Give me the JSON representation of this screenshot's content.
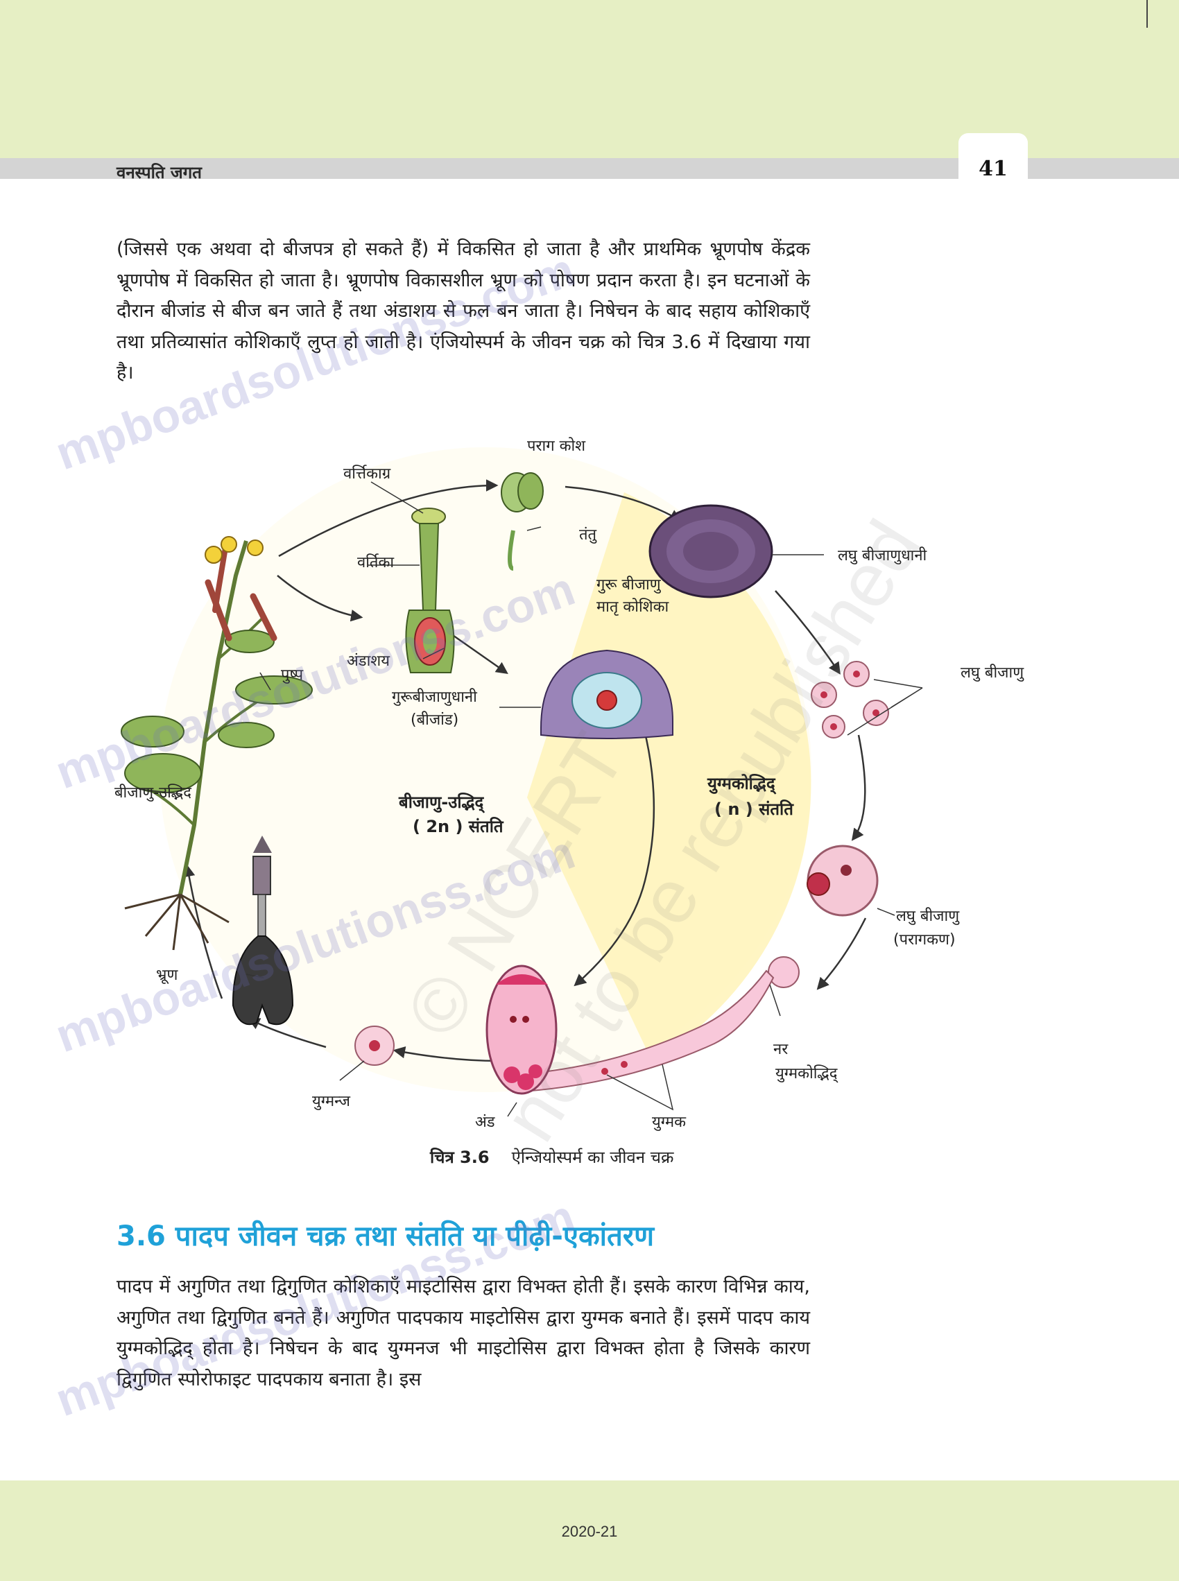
{
  "header": {
    "running_head": "वनस्पति जगत",
    "page_number": "41"
  },
  "paragraph1": "(जिससे एक अथवा दो बीजपत्र हो सकते हैं) में विकसित हो जाता है और प्राथमिक भ्रूणपोष केंद्रक भ्रूणपोष में विकसित हो जाता है। भ्रूणपोष विकासशील भ्रूण को पोषण प्रदान करता है। इन घटनाओं के दौरान बीजांड से बीज बन जाते हैं तथा अंडाशय से फल बन जाता है। निषेचन के बाद सहाय कोशिकाएँ तथा प्रतिव्यासांत कोशिकाएँ लुप्त हो जाती है। एंजियोस्पर्म के जीवन चक्र को चित्र 3.6 में दिखाया गया है।",
  "figure": {
    "labels": {
      "anther": "पराग कोश",
      "stigma": "वर्त्तिकाग्र",
      "filament": "तंतु",
      "microsporangium": "लघु बीजाणुधानी",
      "style": "वर्तिका",
      "megaspore_mother_cell_1": "गुरू बीजाणु",
      "megaspore_mother_cell_2": "मातृ कोशिका",
      "microspores": "लघु बीजाणु",
      "ovary": "अंडाशय",
      "flower": "पुष्प",
      "megasporangium_1": "गुरूबीजाणुधानी",
      "megasporangium_2": "(बीजांड)",
      "sporophyte": "बीजाणु-उद्भिद",
      "sporophyte_generation_1": "बीजाणु-उद्भिद्",
      "sporophyte_generation_2": "( 2n ) संतति",
      "gametophyte_generation_1": "युग्मकोद्भिद्",
      "gametophyte_generation_2": "( n ) संतति",
      "pollen_1": "लघु बीजाणु",
      "pollen_2": "(परागकण)",
      "embryo": "भ्रूण",
      "male_gametophyte_1": "नर",
      "male_gametophyte_2": "युग्मकोद्भिद्",
      "zygote": "युग्मन्ज",
      "egg": "अंड",
      "gametes": "युग्मक"
    },
    "caption_number": "चित्र 3.6",
    "caption_text": "ऐन्जियोस्पर्म का जीवन चक्र"
  },
  "section": {
    "heading": "3.6 पादप जीवन चक्र तथा संतति या पीढ़ी-एकांतरण"
  },
  "paragraph2": "पादप में अगुणित तथा द्विगुणित कोशिकाएँ माइटोसिस द्वारा विभक्त होती हैं। इसके कारण विभिन्न काय, अगुणित तथा द्विगुणित बनते हैं। अगुणित पादपकाय माइटोसिस द्वारा युग्मक बनाते हैं। इसमें पादप काय युग्मकोद्भिद् होता है। निषेचन के बाद युग्मनज भी माइटोसिस द्वारा विभक्त होता है जिसके कारण द्विगुणित स्पोरोफाइट पादपकाय बनाता है। इस",
  "footer": {
    "year": "2020-21"
  },
  "watermarks": {
    "site": "mpboardsolutionss.com",
    "ncert_1": "© NCERT",
    "ncert_2": "not to be republished"
  },
  "colors": {
    "band": "#e6efc4",
    "heading_blue": "#1fa1d8",
    "pink_cell": "#f4b8cf",
    "purple_sporangium": "#6b4f7a",
    "green_plant": "#7aa84a",
    "cream_sector": "#fff3b8"
  }
}
